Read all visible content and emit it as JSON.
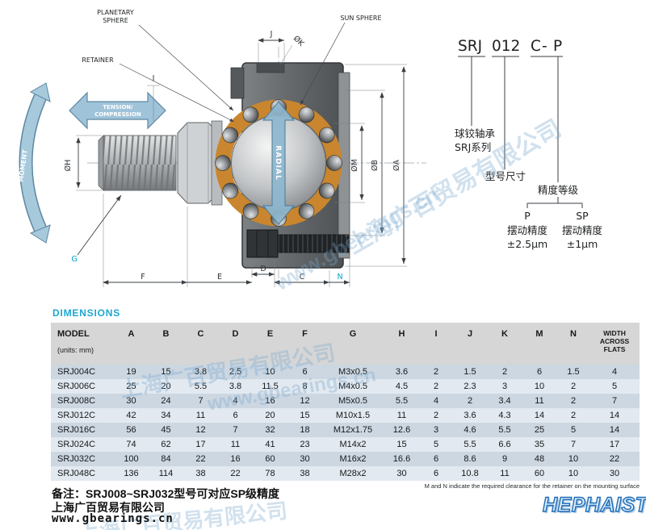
{
  "drawing": {
    "labels": {
      "planetary_1": "PLANETARY",
      "planetary_2": "SPHERE",
      "sun_sphere": "SUN SPHERE",
      "retainer": "RETAINER",
      "tension_1": "TENSION/",
      "tension_2": "COMPRESSION",
      "moment": "MOMENT",
      "radial": "RADIAL"
    },
    "dims": {
      "j": "J",
      "k": "ØK",
      "i": "I",
      "h": "ØH",
      "m": "ØM",
      "b": "ØB",
      "a": "ØA",
      "g": "G",
      "f": "F",
      "e": "E",
      "d": "D",
      "c": "C",
      "n": "N"
    },
    "colors": {
      "arrow_blue": "#9fc3d9",
      "retainer_orange": "#c9862e",
      "housing_gray": "#64686b",
      "accent_cyan": "#00a2c6"
    }
  },
  "designation": {
    "part_series": "SRJ",
    "part_size": "012",
    "part_type": "C",
    "part_dash": "-",
    "part_grade": "P",
    "series_label_1": "球铰轴承",
    "series_label_2": "SRJ系列",
    "size_label": "型号尺寸",
    "grade_label": "精度等级",
    "grade_p": "P",
    "grade_sp": "SP",
    "grade_p_desc": "摆动精度",
    "grade_sp_desc": "摆动精度",
    "grade_p_value": "±2.5μm",
    "grade_sp_value": "±1μm"
  },
  "table": {
    "title": "DIMENSIONS",
    "model_header": "MODEL",
    "units_note": "(units: mm)",
    "letter_columns": [
      "A",
      "B",
      "C",
      "D",
      "E",
      "F",
      "G",
      "H",
      "I",
      "J",
      "K",
      "M",
      "N"
    ],
    "last_header": "WIDTH ACROSS FLATS",
    "rows": [
      [
        "SRJ004C",
        "19",
        "15",
        "3.8",
        "2.5",
        "10",
        "6",
        "M3x0.5",
        "3.6",
        "2",
        "1.5",
        "2",
        "6",
        "1.5",
        "4"
      ],
      [
        "SRJ006C",
        "25",
        "20",
        "5.5",
        "3.8",
        "11.5",
        "8",
        "M4x0.5",
        "4.5",
        "2",
        "2.3",
        "3",
        "10",
        "2",
        "5"
      ],
      [
        "SRJ008C",
        "30",
        "24",
        "7",
        "4",
        "16",
        "12",
        "M5x0.5",
        "5.5",
        "4",
        "2",
        "3.4",
        "11",
        "2",
        "7"
      ],
      [
        "SRJ012C",
        "42",
        "34",
        "11",
        "6",
        "20",
        "15",
        "M10x1.5",
        "11",
        "2",
        "3.6",
        "4.3",
        "14",
        "2",
        "14"
      ],
      [
        "SRJ016C",
        "56",
        "45",
        "12",
        "7",
        "32",
        "18",
        "M12x1.75",
        "12.6",
        "3",
        "4.6",
        "5.5",
        "25",
        "5",
        "14"
      ],
      [
        "SRJ024C",
        "74",
        "62",
        "17",
        "11",
        "41",
        "23",
        "M14x2",
        "15",
        "5",
        "5.5",
        "6.6",
        "35",
        "7",
        "17"
      ],
      [
        "SRJ032C",
        "100",
        "84",
        "22",
        "16",
        "60",
        "30",
        "M16x2",
        "16.6",
        "6",
        "8.6",
        "9",
        "48",
        "10",
        "22"
      ],
      [
        "SRJ048C",
        "136",
        "114",
        "38",
        "22",
        "78",
        "38",
        "M28x2",
        "30",
        "6",
        "10.8",
        "11",
        "60",
        "10",
        "30"
      ]
    ]
  },
  "footer": {
    "remark": "备注：SRJ008~SRJ032型号可对应SP级精度",
    "company": "上海广百贸易有限公司",
    "website": "www.gbearings.cn",
    "mounting_note": "M and N indicate the required clearance for the retainer on the mounting surface",
    "brand": "HEPHAIST"
  },
  "watermarks": {
    "company": "上海广百贸易有限公司",
    "website": "www.gbearings.cn"
  }
}
